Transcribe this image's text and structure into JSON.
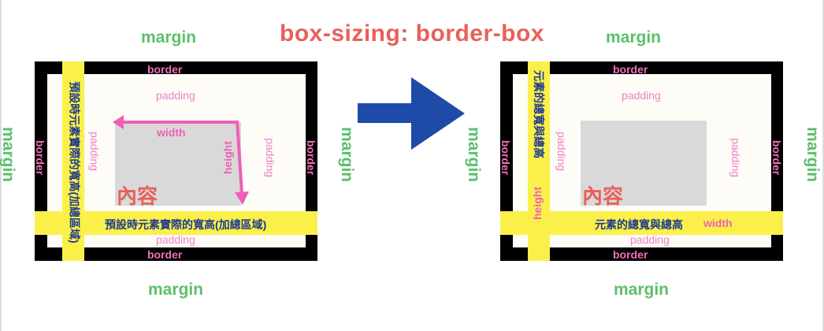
{
  "title": "box-sizing: border-box",
  "colors": {
    "title": "#e8605a",
    "margin": "#5cbf6a",
    "border": "#000000",
    "border_label": "#f06fbc",
    "padding_area": "#fdfcf6",
    "padding_label": "#ee80c8",
    "content_area": "#d9d9d9",
    "content_label": "#e8605a",
    "highlight_bar": "#fbf04a",
    "highlight_text": "#1f3b8f",
    "dimension_arrow": "#ee5fb8",
    "transition_arrow": "#1e4aa8"
  },
  "left_diagram": {
    "margin": "margin",
    "border": "border",
    "padding": "padding",
    "content": "內容",
    "width": "width",
    "height": "height",
    "vertical_bar_text": "預設時元素實際的寬高(加總區域)",
    "horizontal_bar_text": "預設時元素實際的寬高(加總區域)"
  },
  "right_diagram": {
    "margin": "margin",
    "border": "border",
    "padding": "padding",
    "content": "內容",
    "width": "width",
    "height": "height",
    "vertical_bar_text": "元素的總寬與總高",
    "horizontal_bar_text": "元素的總寬與總高"
  },
  "transition_icon": "right-arrow-icon"
}
